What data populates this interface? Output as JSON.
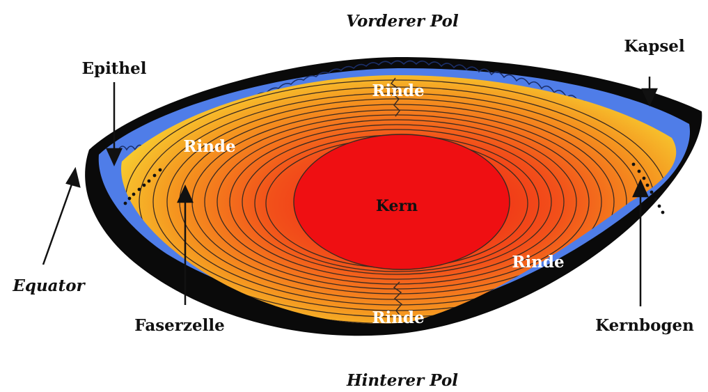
{
  "labels": {
    "anterior_pole": "Vorderer Pol",
    "posterior_pole": "Hinterer Pol",
    "capsule": "Kapsel",
    "epithelium": "Epithel",
    "equator": "Equator",
    "fiber_cell": "Faserzelle",
    "nuclear_bow": "Kernbogen",
    "nucleus": "Kern",
    "cortex_top": "Rinde",
    "cortex_left": "Rinde",
    "cortex_right": "Rinde",
    "cortex_bottom": "Rinde"
  },
  "colors": {
    "capsule": "#0a0a0a",
    "epithelium": "#4f7de8",
    "outer_cortex": "#f4e33a",
    "mid_cortex": "#f59a1e",
    "inner_cortex": "#f05a1c",
    "nucleus": "#ef0f12",
    "fiber_lines": "#3a2a20"
  }
}
